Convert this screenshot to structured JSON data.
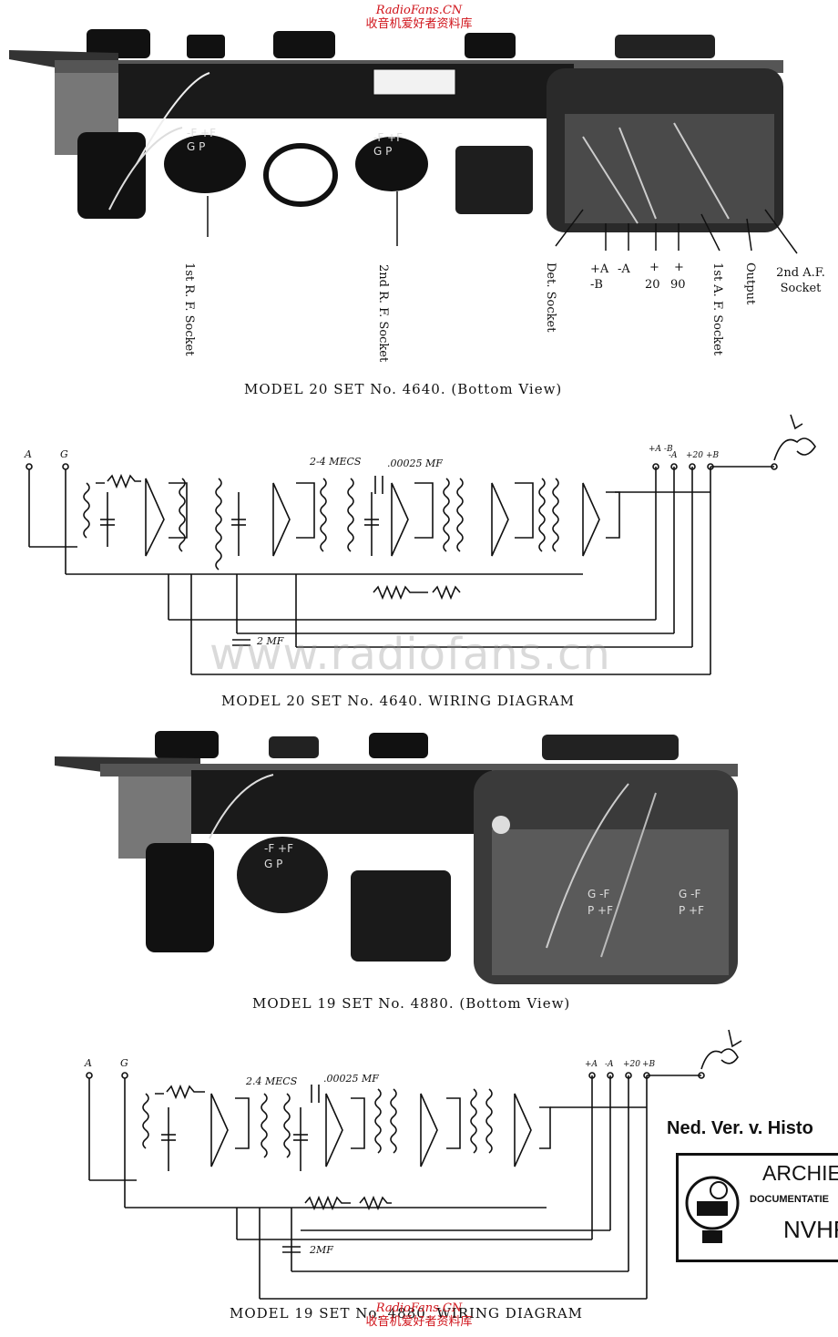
{
  "watermark": {
    "site_en": "RadioFans.CN",
    "site_cn": "收音机爱好者资料库",
    "center_text": "www.radiofans.cn"
  },
  "model20_photo": {
    "caption": "MODEL  20  SET  No. 4640.   (Bottom View)",
    "labels": {
      "rf1": "1st R. F. Socket",
      "rf2": "2nd R. F. Socket",
      "det": "Det. Socket",
      "plus_a": "+A",
      "minus_b": "-B",
      "minus_a": "-A",
      "plus20_sign": "+",
      "plus20": "20",
      "plus90_sign": "+",
      "plus90": "90",
      "af1": "1st A. F. Socket",
      "output": "Output",
      "af2": "2nd A.F. Socket"
    },
    "socket_marks": {
      "f": "-F +F",
      "gp": "G   P"
    }
  },
  "model20_wiring": {
    "caption": "MODEL  20  SET  No. 4640.   WIRING  DIAGRAM",
    "labels": {
      "a": "A",
      "g": "G",
      "mecs": "2-4 MECS",
      "mf": ".00025 MF",
      "cap2": "2 MF",
      "t_a": "+A -B",
      "t_ma": "-A",
      "t_20": "+20",
      "t_b": "+B"
    }
  },
  "model19_photo": {
    "caption": "MODEL  19  SET  No. 4880.   (Bottom View)",
    "socket_marks": {
      "f": "-F +F",
      "gp": "G   P",
      "a": "G -F",
      "b": "P +F"
    }
  },
  "model19_wiring": {
    "caption": "MODEL  19  SET  No. 4880.   WIRING  DIAGRAM",
    "labels": {
      "a": "A",
      "g": "G",
      "mecs": "2.4 MECS",
      "mf": ".00025 MF",
      "cap2": "2MF",
      "t_a": "+A",
      "t_ma": "-A",
      "t_20": "+20",
      "t_b": "+B"
    }
  },
  "archive": {
    "heading": "Ned. Ver. v. Histo",
    "title": "ARCHIE",
    "subtitle": "DOCUMENTATIE",
    "org": "NVHR"
  }
}
